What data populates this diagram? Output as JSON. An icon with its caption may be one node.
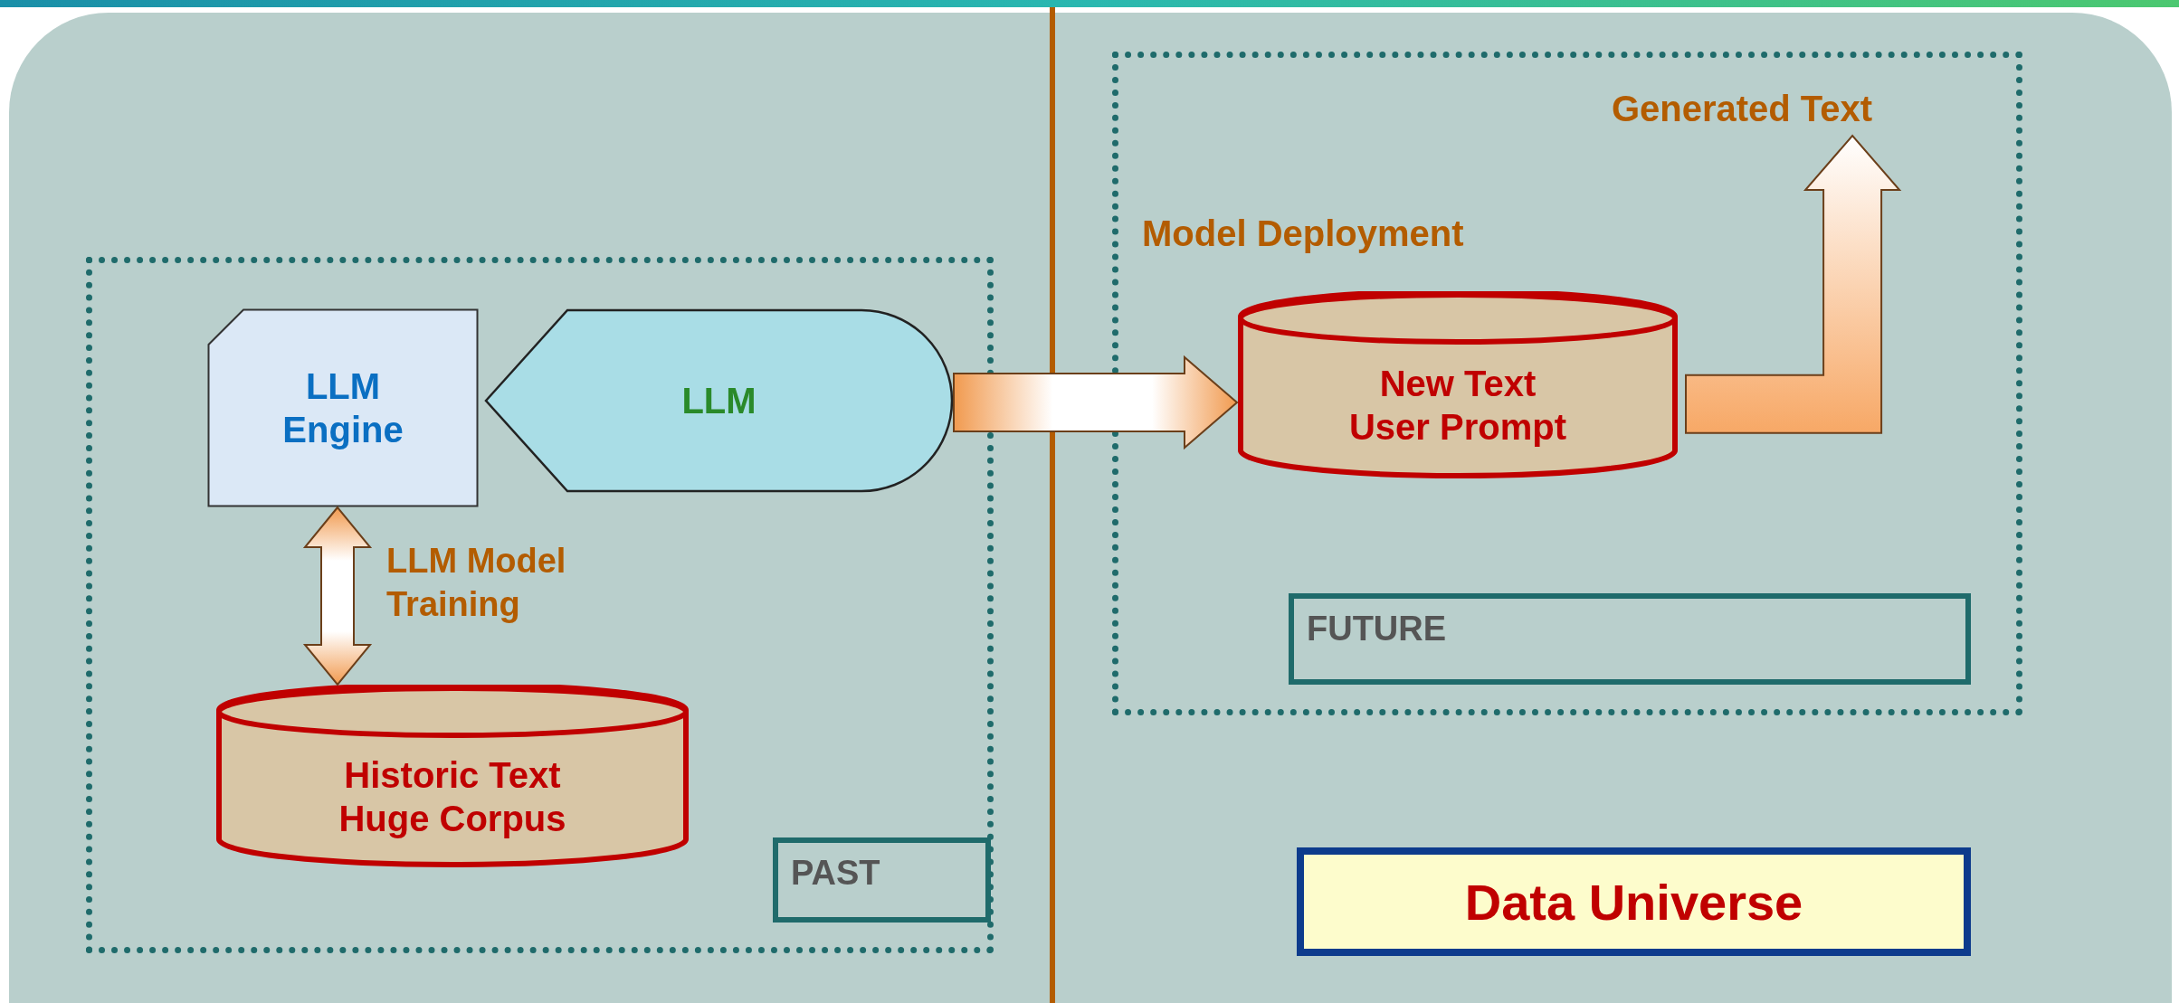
{
  "diagram": {
    "nodes": [
      {
        "text": [],
        "shape": "box"
      },
      {
        "text": [
          "LLM Engine"
        ],
        "in": 0
      },
      {
        "text": [
          "LLM"
        ],
        "in": 0
      },
      {
        "text": [
          "Historic Text",
          "Huge Corpus"
        ],
        "in": 0
      },
      {
        "text": [
          "PAST"
        ],
        "in": 0
      },
      {
        "text": [
          "Model Deployment"
        ]
      },
      {
        "text": [
          "New Text",
          "User Prompt"
        ],
        "in": 5
      },
      {
        "text": [
          "Generated Text"
        ],
        "in": 5
      },
      {
        "text": [
          "FUTURE"
        ],
        "in": 5
      },
      {
        "text": [
          "Data Universe"
        ]
      }
    ],
    "edges": [
      {
        "from": 1,
        "to": 3,
        "arrow": "both",
        "label": "LLM Model Training"
      },
      {
        "from": 2,
        "to": 6,
        "arrow": "to"
      },
      {
        "from": 6,
        "to": 7,
        "arrow": "to"
      }
    ]
  }
}
